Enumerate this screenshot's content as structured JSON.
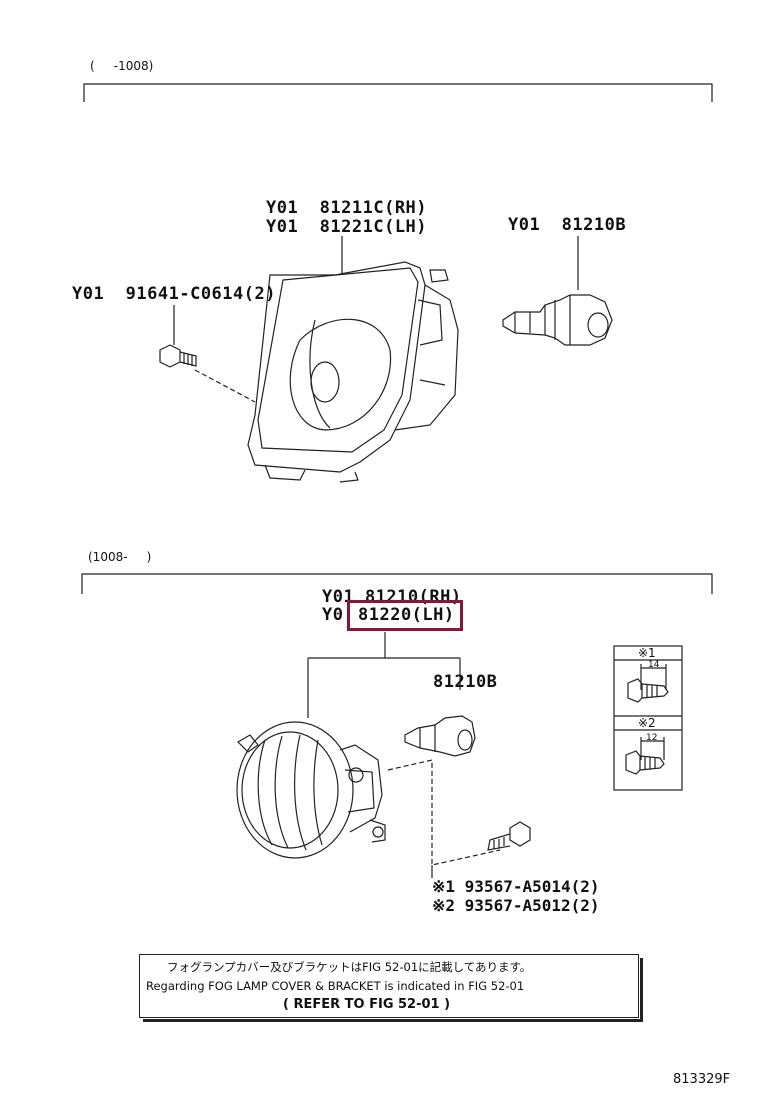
{
  "sections": {
    "top_period": "(     -1008)",
    "bottom_period": "(1008-     )"
  },
  "top": {
    "lamp_rh": "Y01  81211C(RH)",
    "lamp_lh": "Y01  81221C(LH)",
    "bulb": "Y01  81210B",
    "screw": "Y01  91641-C0614(2)"
  },
  "bottom": {
    "lamp_rh": "Y01 81210(RH)",
    "lamp_lh_prefix": "Y0",
    "lamp_lh": "81220(LH)",
    "bulb": "81210B",
    "screw1": "※1 93567-A5014(2)",
    "screw2": "※2 93567-A5012(2)"
  },
  "legend": {
    "item1_header": "※1",
    "item1_dim": "14",
    "item2_header": "※2",
    "item2_dim": "12"
  },
  "note": {
    "japanese": "フォグランプカバー及びブラケットはFIG 52-01に記載してあります。",
    "english": "Regarding FOG LAMP COVER & BRACKET is indicated in FIG 52-01",
    "reference": "( REFER TO FIG 52-01 )"
  },
  "figure_number": "813329F",
  "colors": {
    "highlight": "#8b1538",
    "ink": "#111111"
  }
}
